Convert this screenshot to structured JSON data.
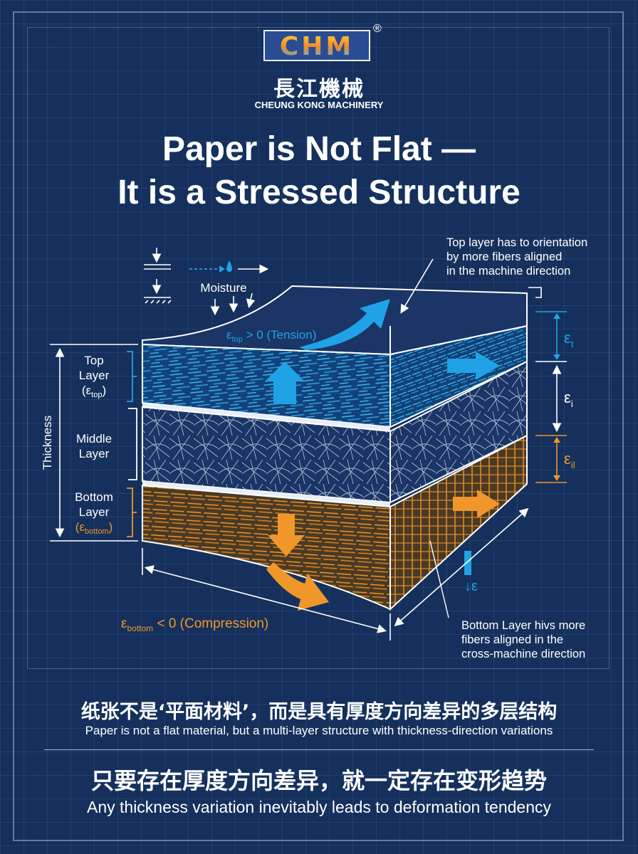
{
  "brand": {
    "logo_text": "CHM",
    "registered": "®",
    "chinese_name": "長江機械",
    "english_name": "CHEUNG KONG MACHINERY"
  },
  "title": {
    "line1": "Paper is Not Flat —",
    "line2": "It is a Stressed Structure"
  },
  "diagram": {
    "moisture": "Moisture",
    "tension": {
      "eps": "ε",
      "sub": "top",
      "rest": " > 0 (Tension)"
    },
    "compression": {
      "eps": "ε",
      "sub": "bottom",
      "rest": " < 0 (Compression)"
    },
    "thickness": "Thickness",
    "layers": {
      "top": {
        "line1": "Top",
        "line2": "Layer",
        "eps_open": "(ε",
        "sub": "top",
        "close": ")"
      },
      "middle": {
        "line1": "Middle",
        "line2": "Layer"
      },
      "bottom": {
        "line1": "Bottom",
        "line2": "Layer",
        "eps_open": "(ε",
        "sub": "bottom",
        "close": ")"
      }
    },
    "strain_labels": {
      "t": {
        "eps": "ε",
        "sub": "t"
      },
      "i": {
        "eps": "ε",
        "sub": "i"
      },
      "il": {
        "eps": "ε",
        "sub": "il"
      },
      "delta": "↓ε"
    },
    "callouts": {
      "top": [
        "Top layer has to orientation",
        "by more fibers aligned",
        "in the machine direction"
      ],
      "bottom": [
        "Bottom Layer hivs more",
        "fibers aligned in the",
        "cross-machine direction"
      ]
    }
  },
  "footer": {
    "cn1": "纸张不是‘平面材料’，而是具有厚度方向差异的多层结构",
    "en1": "Paper is not a flat material, but a multi-layer structure with thickness-direction variations",
    "cn2": "只要存在厚度方向差异，就一定存在变形趋势",
    "en2": "Any thickness variation inevitably leads to deformation tendency"
  },
  "colors": {
    "background": "#15305c",
    "blue_accent": "#1fa3e6",
    "orange_accent": "#f0962a",
    "white": "#ffffff"
  }
}
